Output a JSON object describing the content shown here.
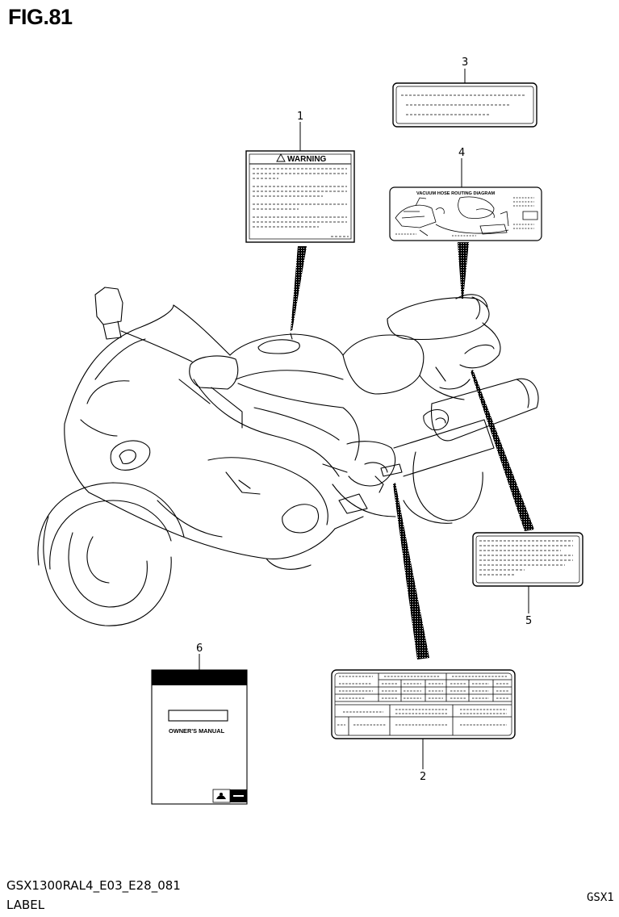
{
  "figure": {
    "title": "FIG.81"
  },
  "footer": {
    "code": "GSX1300RAL4_E03_E28_081",
    "section": "LABEL",
    "corner": "GSX1"
  },
  "callouts": {
    "c1": "1",
    "c2": "2",
    "c3": "3",
    "c4": "4",
    "c5": "5",
    "c6": "6"
  },
  "labels": {
    "warning_heading": "WARNING",
    "vacuum_heading": "VACUUM HOSE ROUTING DIAGRAM",
    "manual_title": "OWNER'S MANUAL"
  }
}
